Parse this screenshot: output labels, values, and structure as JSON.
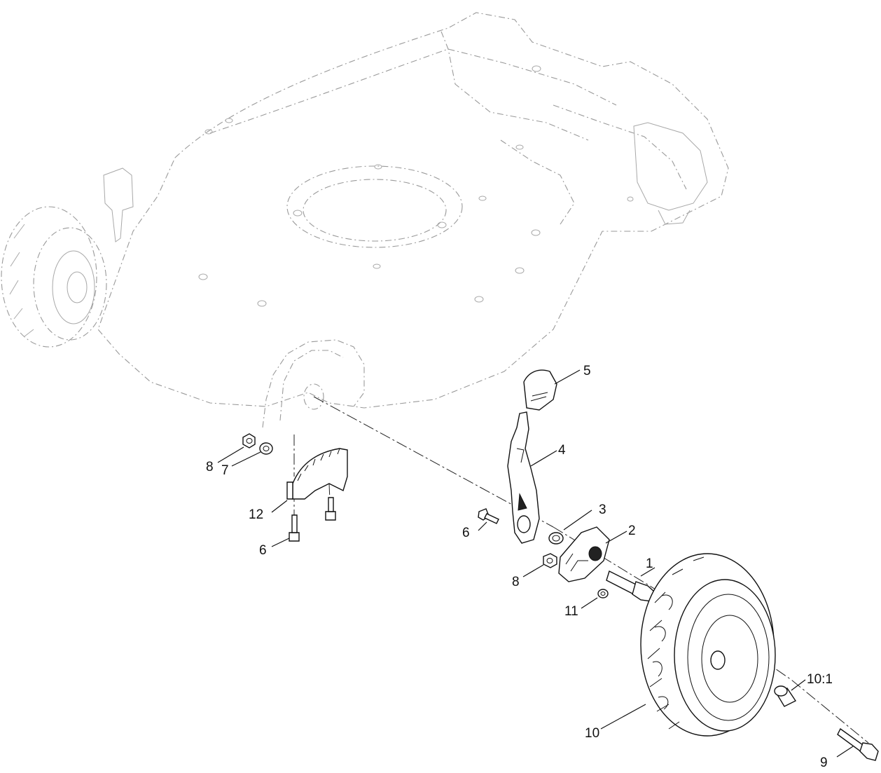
{
  "callouts": [
    {
      "id": "c1",
      "label": "1"
    },
    {
      "id": "c2",
      "label": "2"
    },
    {
      "id": "c3",
      "label": "3"
    },
    {
      "id": "c4",
      "label": "4"
    },
    {
      "id": "c5",
      "label": "5"
    },
    {
      "id": "c6a",
      "label": "6"
    },
    {
      "id": "c6b",
      "label": "6"
    },
    {
      "id": "c7",
      "label": "7"
    },
    {
      "id": "c8a",
      "label": "8"
    },
    {
      "id": "c8b",
      "label": "8"
    },
    {
      "id": "c9",
      "label": "9"
    },
    {
      "id": "c10",
      "label": "10"
    },
    {
      "id": "c10-1",
      "label": "10:1"
    },
    {
      "id": "c11",
      "label": "11"
    },
    {
      "id": "c12",
      "label": "12"
    }
  ]
}
